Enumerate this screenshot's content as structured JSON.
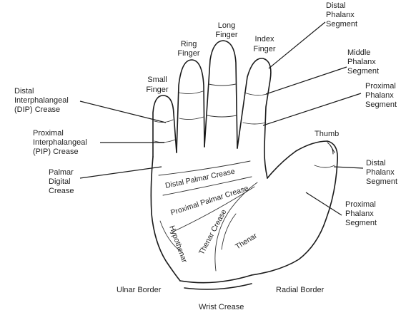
{
  "labels": {
    "distal_phalanx_top": [
      "Distal",
      "Phalanx",
      "Segment"
    ],
    "long_finger": [
      "Long",
      "Finger"
    ],
    "ring_finger": [
      "Ring",
      "Finger"
    ],
    "index_finger": [
      "Index",
      "Finger"
    ],
    "small_finger": [
      "Small",
      "Finger"
    ],
    "middle_phalanx": [
      "Middle",
      "Phalanx",
      "Segment"
    ],
    "dip_crease": [
      "Distal",
      "Interphalangeal",
      "(DIP) Crease"
    ],
    "proximal_phalanx_top": [
      "Proximal",
      "Phalanx",
      "Segment"
    ],
    "pip_crease": [
      "Proximal",
      "Interphalangeal",
      "(PIP) Crease"
    ],
    "thumb": "Thumb",
    "distal_phalanx_thumb": [
      "Distal",
      "Phalanx",
      "Segment"
    ],
    "palmar_digital_crease": [
      "Palmar",
      "Digital",
      "Crease"
    ],
    "proximal_phalanx_thumb": [
      "Proximal",
      "Phalanx",
      "Segment"
    ],
    "distal_palmar_crease": "Distal Palmar Crease",
    "proximal_palmar_crease": "Proximal Palmar Crease",
    "thenar_crease": "Thenar Crease",
    "thenar": "Thenar",
    "hypothenar": "Hypothenar",
    "ulnar_border": "Ulnar Border",
    "radial_border": "Radial Border",
    "wrist_crease": "Wrist Crease"
  }
}
